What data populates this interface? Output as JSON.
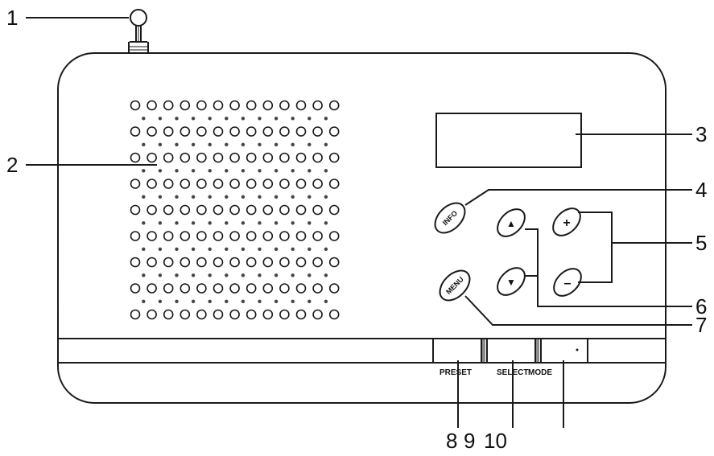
{
  "callouts": {
    "c1": "1",
    "c2": "2",
    "c3": "3",
    "c4": "4",
    "c5": "5",
    "c6": "6",
    "c7": "7",
    "c8": "8",
    "c9": "9",
    "c10": "10"
  },
  "buttons": {
    "info": "INFO",
    "menu": "MENU",
    "plus": "+",
    "minus": "–",
    "up": "▲",
    "down": "▼"
  },
  "strip": {
    "preset": "PRESET",
    "select": "SELECT",
    "mode": "MODE"
  },
  "colors": {
    "line": "#1a1a1a",
    "background": "#ffffff"
  }
}
